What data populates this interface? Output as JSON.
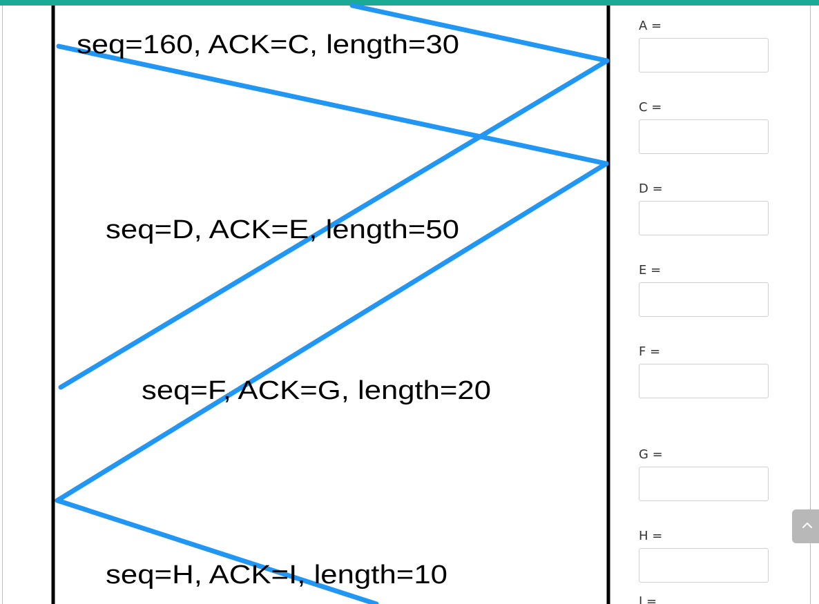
{
  "segments": [
    {
      "label": "seq=160, ACK=C, length=30"
    },
    {
      "label": "seq=D, ACK=E, length=50"
    },
    {
      "label": "seq=F, ACK=G, length=20"
    },
    {
      "label": "seq=H, ACK=I, length=10"
    }
  ],
  "fields": [
    {
      "label": "A =",
      "value": ""
    },
    {
      "label": "C =",
      "value": ""
    },
    {
      "label": "D =",
      "value": ""
    },
    {
      "label": "E =",
      "value": ""
    },
    {
      "label": "F =",
      "value": ""
    },
    {
      "label": "G =",
      "value": ""
    },
    {
      "label": "H =",
      "value": ""
    },
    {
      "label": "I =",
      "value": ""
    }
  ],
  "colors": {
    "accent": "#1aaa95",
    "arrow": "#2196f3",
    "timeline": "#000000",
    "scroll_button": "#b8b8b8"
  },
  "icons": {
    "scroll_top": "chevron-up-icon"
  }
}
